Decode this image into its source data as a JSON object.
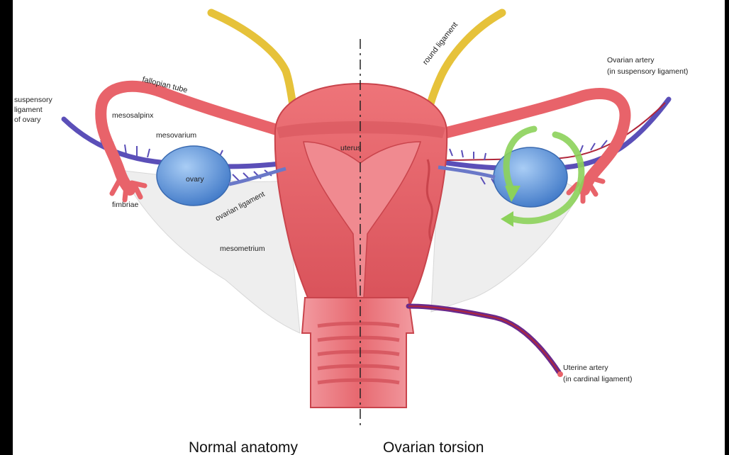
{
  "labels": {
    "round_ligament": "round ligament",
    "fallopian_tube": "fallopian tube",
    "suspensory_ligament_line1": "suspensory",
    "suspensory_ligament_line2": "ligament",
    "suspensory_ligament_line3": "of ovary",
    "mesosalpinx": "mesosalpinx",
    "mesovarium": "mesovarium",
    "ovary": "ovary",
    "fimbriae": "fimbriae",
    "ovarian_ligament": "ovarian ligament",
    "mesometrium": "mesometrium",
    "uterus": "uterus",
    "ovarian_artery_line1": "Ovarian artery",
    "ovarian_artery_line2": "(in suspensory ligament)",
    "uterine_artery_line1": "Uterine artery",
    "uterine_artery_line2": "(in cardinal ligament)"
  },
  "captions": {
    "left": "Normal anatomy",
    "right": "Ovarian torsion"
  },
  "colors": {
    "uterus": "#e8636a",
    "uterus_dark": "#c9444c",
    "ligament_yellow": "#e6c23a",
    "mesometrium": "#eeeeee",
    "ovary": "#6a9ee0",
    "vessel": "#5b4fb8",
    "twist_arrow": "#8cd25a"
  }
}
